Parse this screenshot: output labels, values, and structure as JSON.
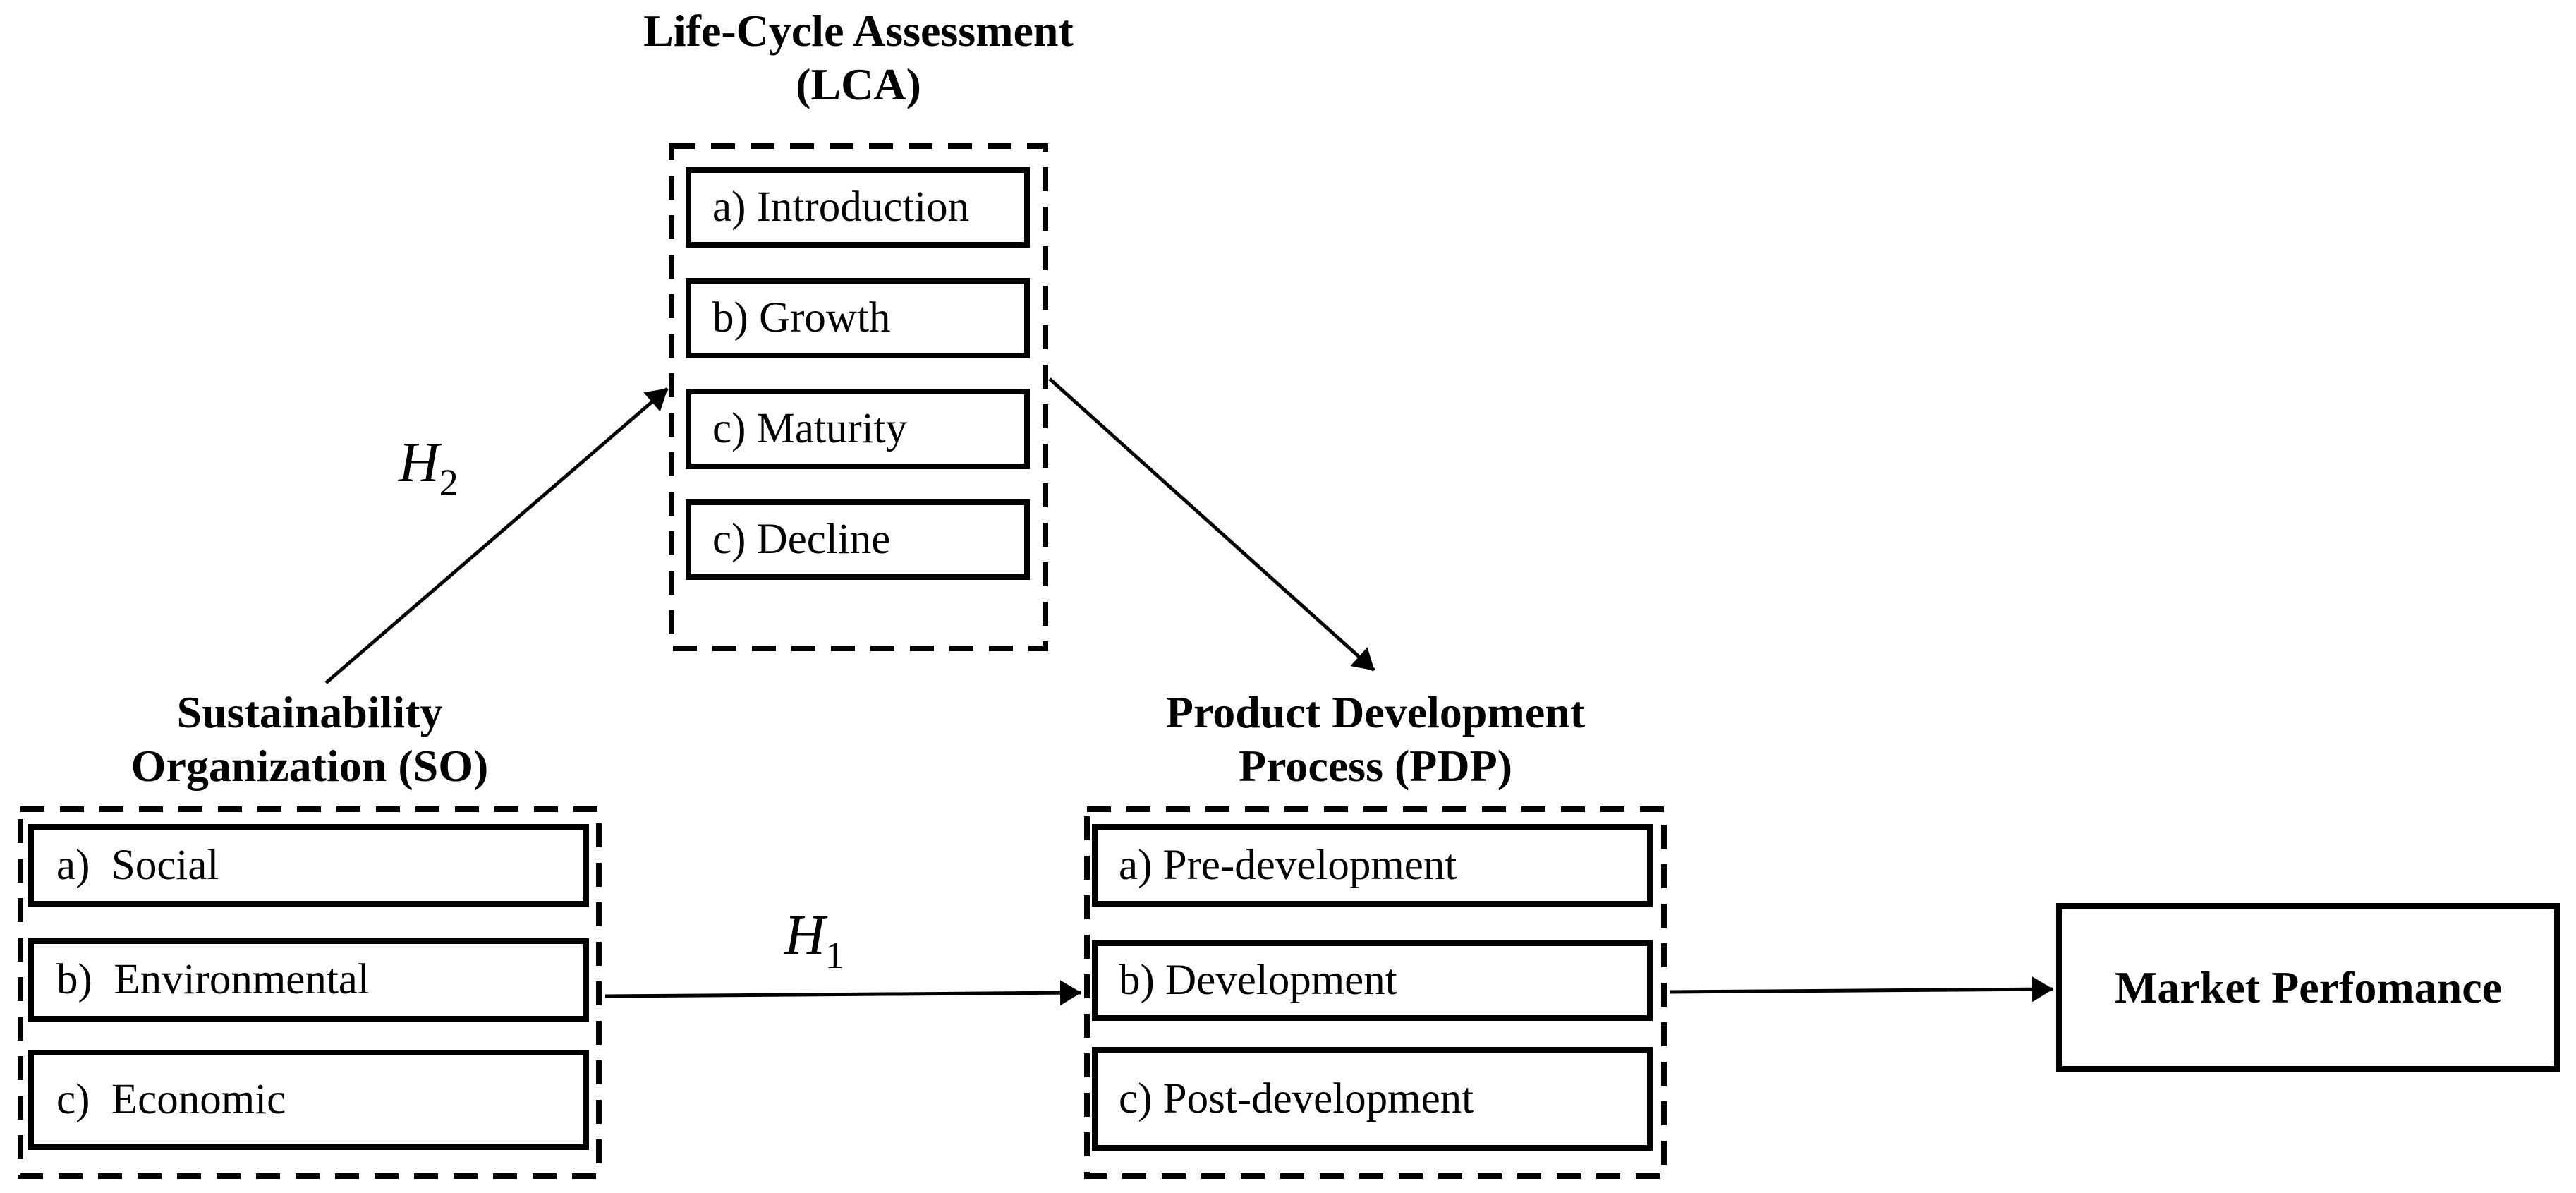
{
  "colors": {
    "ink": "#000000",
    "background": "#ffffff"
  },
  "groups": {
    "lca": {
      "title": "Life-Cycle Assessment\n(LCA)",
      "items": [
        "a) Introduction",
        "b) Growth",
        "c) Maturity",
        "c) Decline"
      ]
    },
    "so": {
      "title": "Sustainability\nOrganization (SO)",
      "items": [
        "a)  Social",
        "b)  Environmental",
        "c)  Economic"
      ]
    },
    "pdp": {
      "title": "Product Development\nProcess (PDP)",
      "items": [
        "a) Pre-development",
        "b) Development",
        "c) Post-development"
      ]
    }
  },
  "outcome": {
    "label": "Market Perfomance"
  },
  "hypotheses": {
    "h1": {
      "base": "H",
      "sub": "1"
    },
    "h2": {
      "base": "H",
      "sub": "2"
    }
  }
}
